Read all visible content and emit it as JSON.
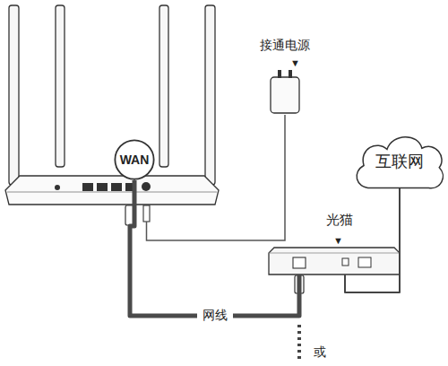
{
  "diagram": {
    "nodes": [
      {
        "text": [
          "WAN"
        ]
      },
      {
        "text": [
          "互联网"
        ]
      },
      {
        "text": [
          "光猫"
        ]
      }
    ],
    "edges": [
      {
        "from": 0,
        "to": 2,
        "label": "网线",
        "arrow": "none"
      },
      {
        "from": 1,
        "to": 2,
        "arrow": "none"
      }
    ],
    "labels": [
      "接通电源",
      "▼",
      "▼",
      "或"
    ]
  }
}
